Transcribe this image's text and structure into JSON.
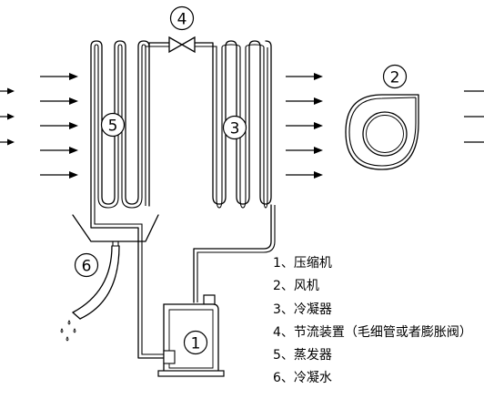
{
  "components": [
    {
      "number": "1",
      "name": "压缩机"
    },
    {
      "number": "2",
      "name": "风机"
    },
    {
      "number": "3",
      "name": "冷凝器"
    },
    {
      "number": "4",
      "name": "节流装置（毛细管或者膨胀阀）"
    },
    {
      "number": "5",
      "name": "蒸发器"
    },
    {
      "number": "6",
      "name": "冷凝水"
    }
  ],
  "legend_separator": "、",
  "icons": {
    "airflow": "right-arrow-icon",
    "throttle_valve": "bowtie-valve-icon",
    "fan": "centrifugal-fan-icon",
    "water_drops": "water-droplet-icon"
  },
  "colors": {
    "line": "#000000",
    "background": "#ffffff"
  }
}
